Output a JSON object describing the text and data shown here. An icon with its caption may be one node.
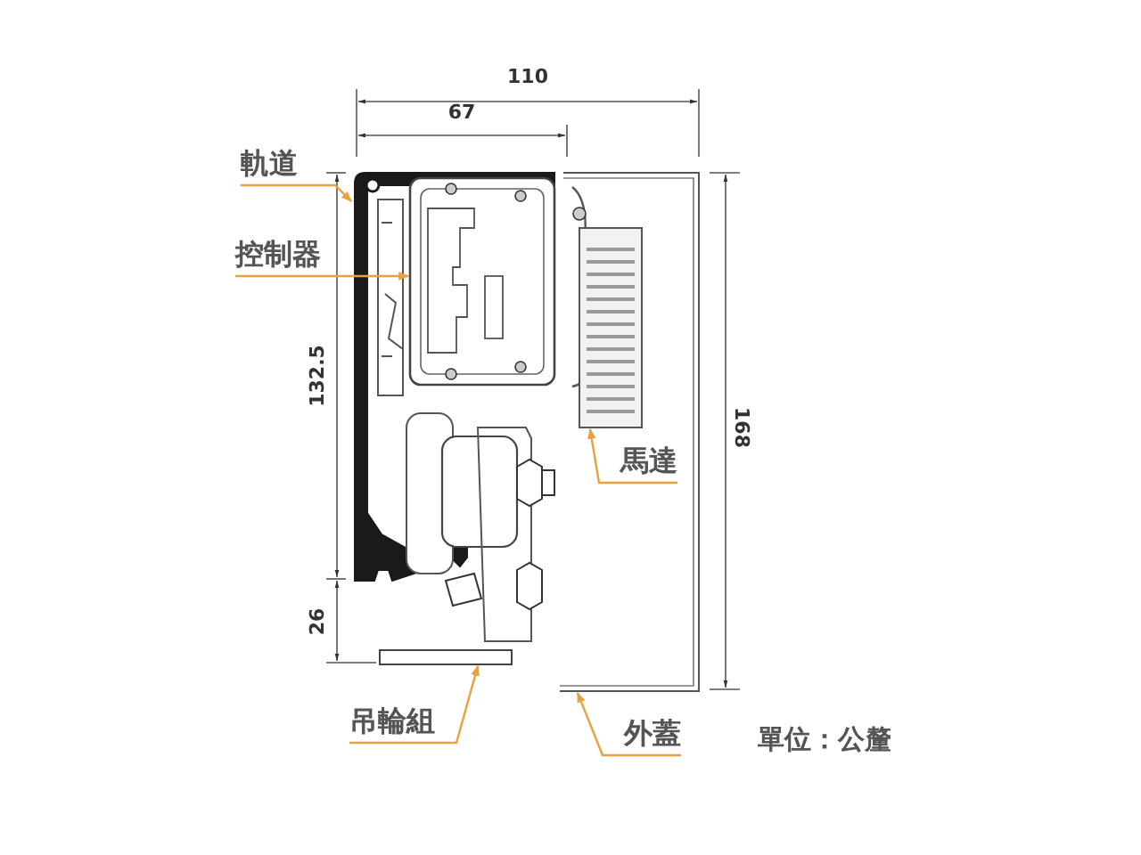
{
  "diagram": {
    "nodes": [
      {
        "text": [
          "軌道"
        ]
      },
      {
        "text": [
          "控制器"
        ]
      },
      {
        "text": [
          "馬達"
        ],
        "in": 9
      },
      {
        "text": [
          "吊輪組"
        ]
      },
      {
        "text": [
          "外蓋"
        ]
      },
      {
        "text": [],
        "shape": "picture"
      },
      {
        "text": [],
        "shape": "picture"
      },
      {
        "text": [],
        "shape": "picture",
        "in": 9
      },
      {
        "text": [],
        "shape": "picture"
      },
      {
        "text": [],
        "shape": "picture"
      }
    ],
    "edges": [
      {
        "from": 0,
        "to": 5,
        "arrow": "to"
      },
      {
        "from": 1,
        "to": 6,
        "arrow": "to"
      },
      {
        "from": 2,
        "to": 7,
        "arrow": "to"
      },
      {
        "from": 3,
        "to": 8,
        "arrow": "to"
      },
      {
        "from": 4,
        "to": 9,
        "arrow": "to"
      }
    ],
    "labels": [
      "110",
      "67",
      "132.5",
      "168",
      "26",
      "單位：公釐"
    ]
  }
}
